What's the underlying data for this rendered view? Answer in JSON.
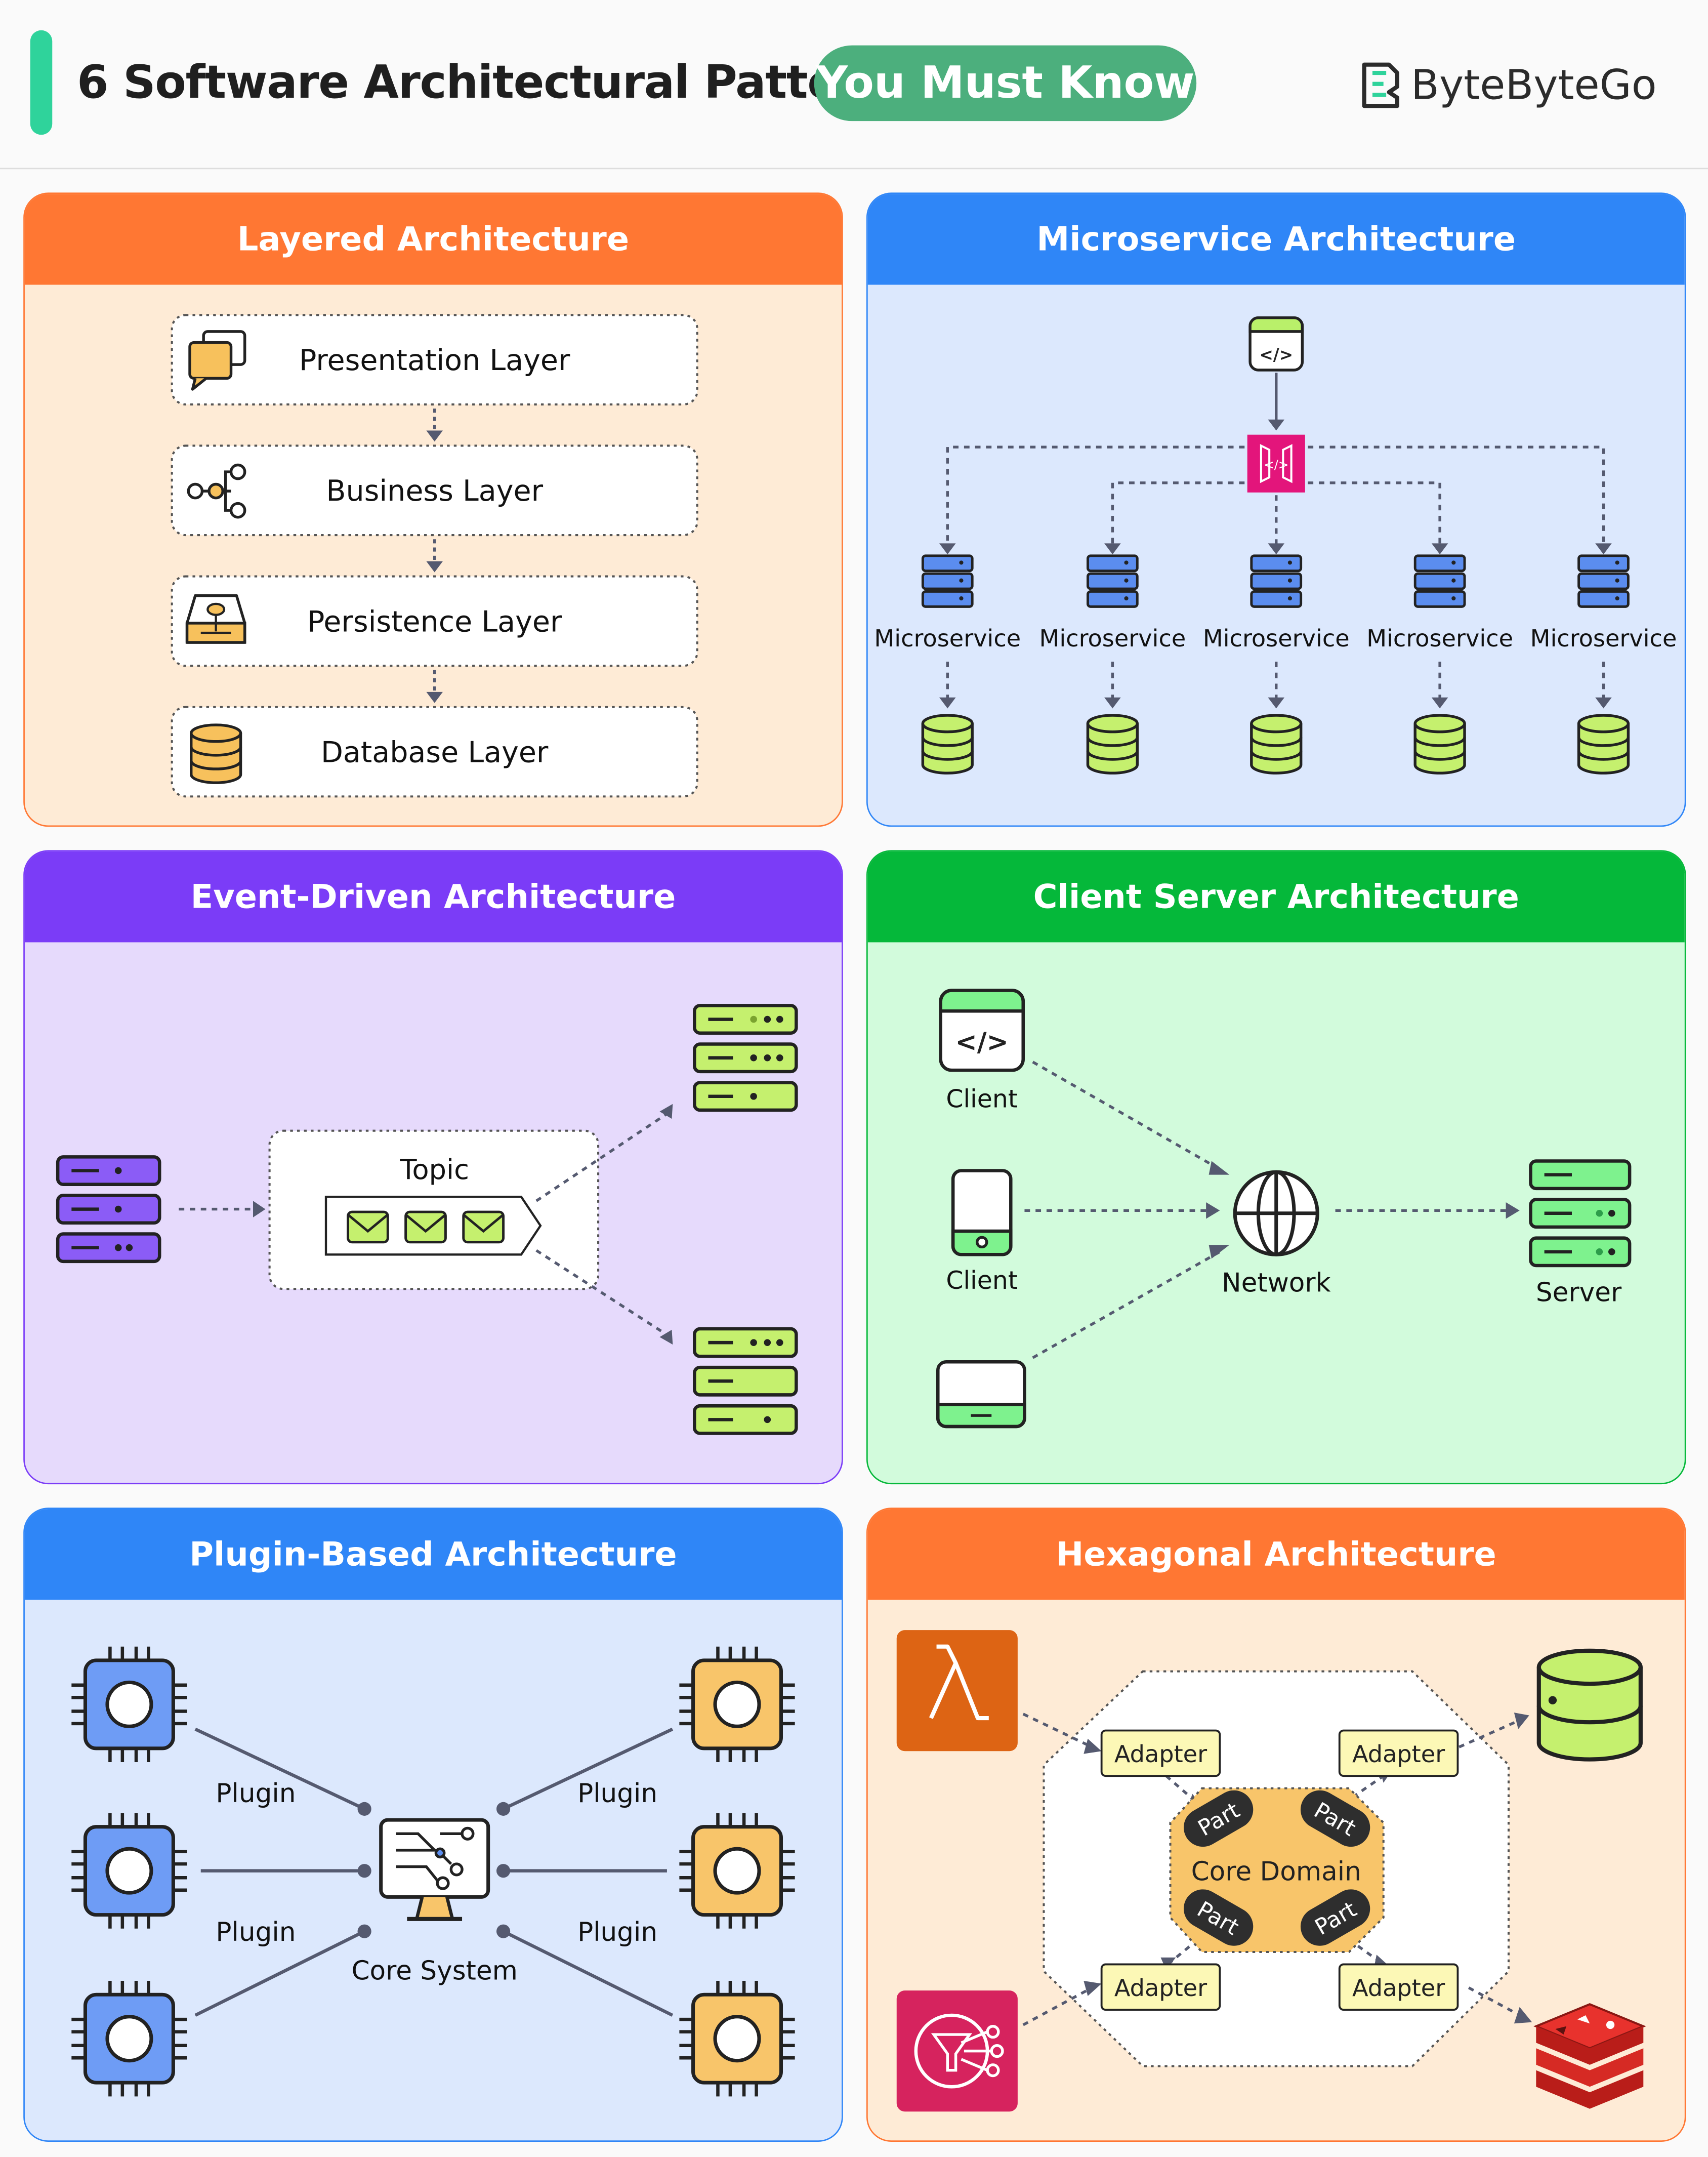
{
  "header": {
    "title": "6 Software Architectural Patterns",
    "title_highlight": "You Must Know",
    "brand": "ByteByteGo"
  },
  "colors": {
    "orange": "#ff7733",
    "blue": "#2f86f7",
    "purple": "#7b3cf7",
    "green": "#05b83a",
    "accent": "#2fd39b"
  },
  "panels": {
    "layered": {
      "title": "Layered Architecture",
      "layers": [
        "Presentation Layer",
        "Business Layer",
        "Persistence Layer",
        "Database Layer"
      ]
    },
    "microservice": {
      "title": "Microservice Architecture",
      "service_labels": [
        "Microservice",
        "Microservice",
        "Microservice",
        "Microservice",
        "Microservice"
      ]
    },
    "event_driven": {
      "title": "Event-Driven Architecture",
      "topic_label": "Topic"
    },
    "client_server": {
      "title": "Client Server Architecture",
      "client_labels": [
        "Client",
        "Client"
      ],
      "network_label": "Network",
      "server_label": "Server"
    },
    "plugin": {
      "title": "Plugin-Based Architecture",
      "plugin_labels": [
        "Plugin",
        "Plugin",
        "Plugin",
        "Plugin"
      ],
      "core_label": "Core System"
    },
    "hexagonal": {
      "title": "Hexagonal Architecture",
      "adapter_labels": [
        "Adapter",
        "Adapter",
        "Adapter",
        "Adapter"
      ],
      "part_labels": [
        "Part",
        "Part",
        "Part",
        "Part"
      ],
      "core_label": "Core Domain"
    }
  }
}
